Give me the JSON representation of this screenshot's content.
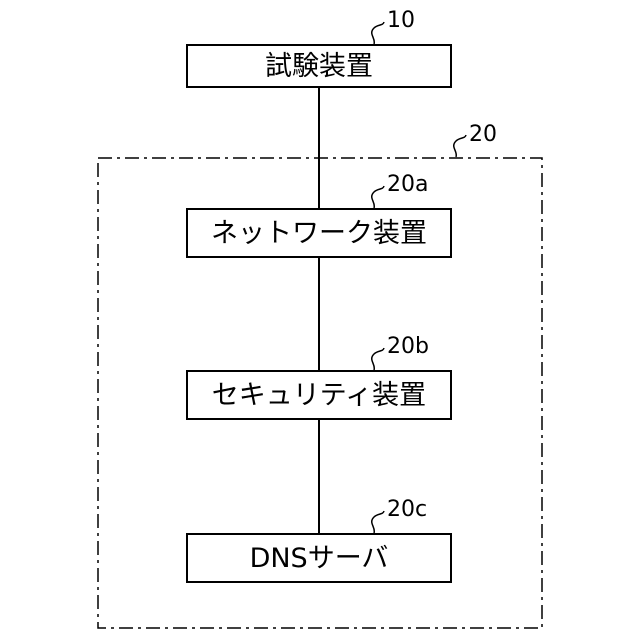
{
  "nodes": {
    "test_device": {
      "label": "試験装置",
      "ref": "10"
    },
    "network_device": {
      "label": "ネットワーク装置",
      "ref": "20a"
    },
    "security_device": {
      "label": "セキュリティ装置",
      "ref": "20b"
    },
    "dns_server": {
      "label": "DNSサーバ",
      "ref": "20c"
    }
  },
  "group": {
    "ref": "20"
  }
}
